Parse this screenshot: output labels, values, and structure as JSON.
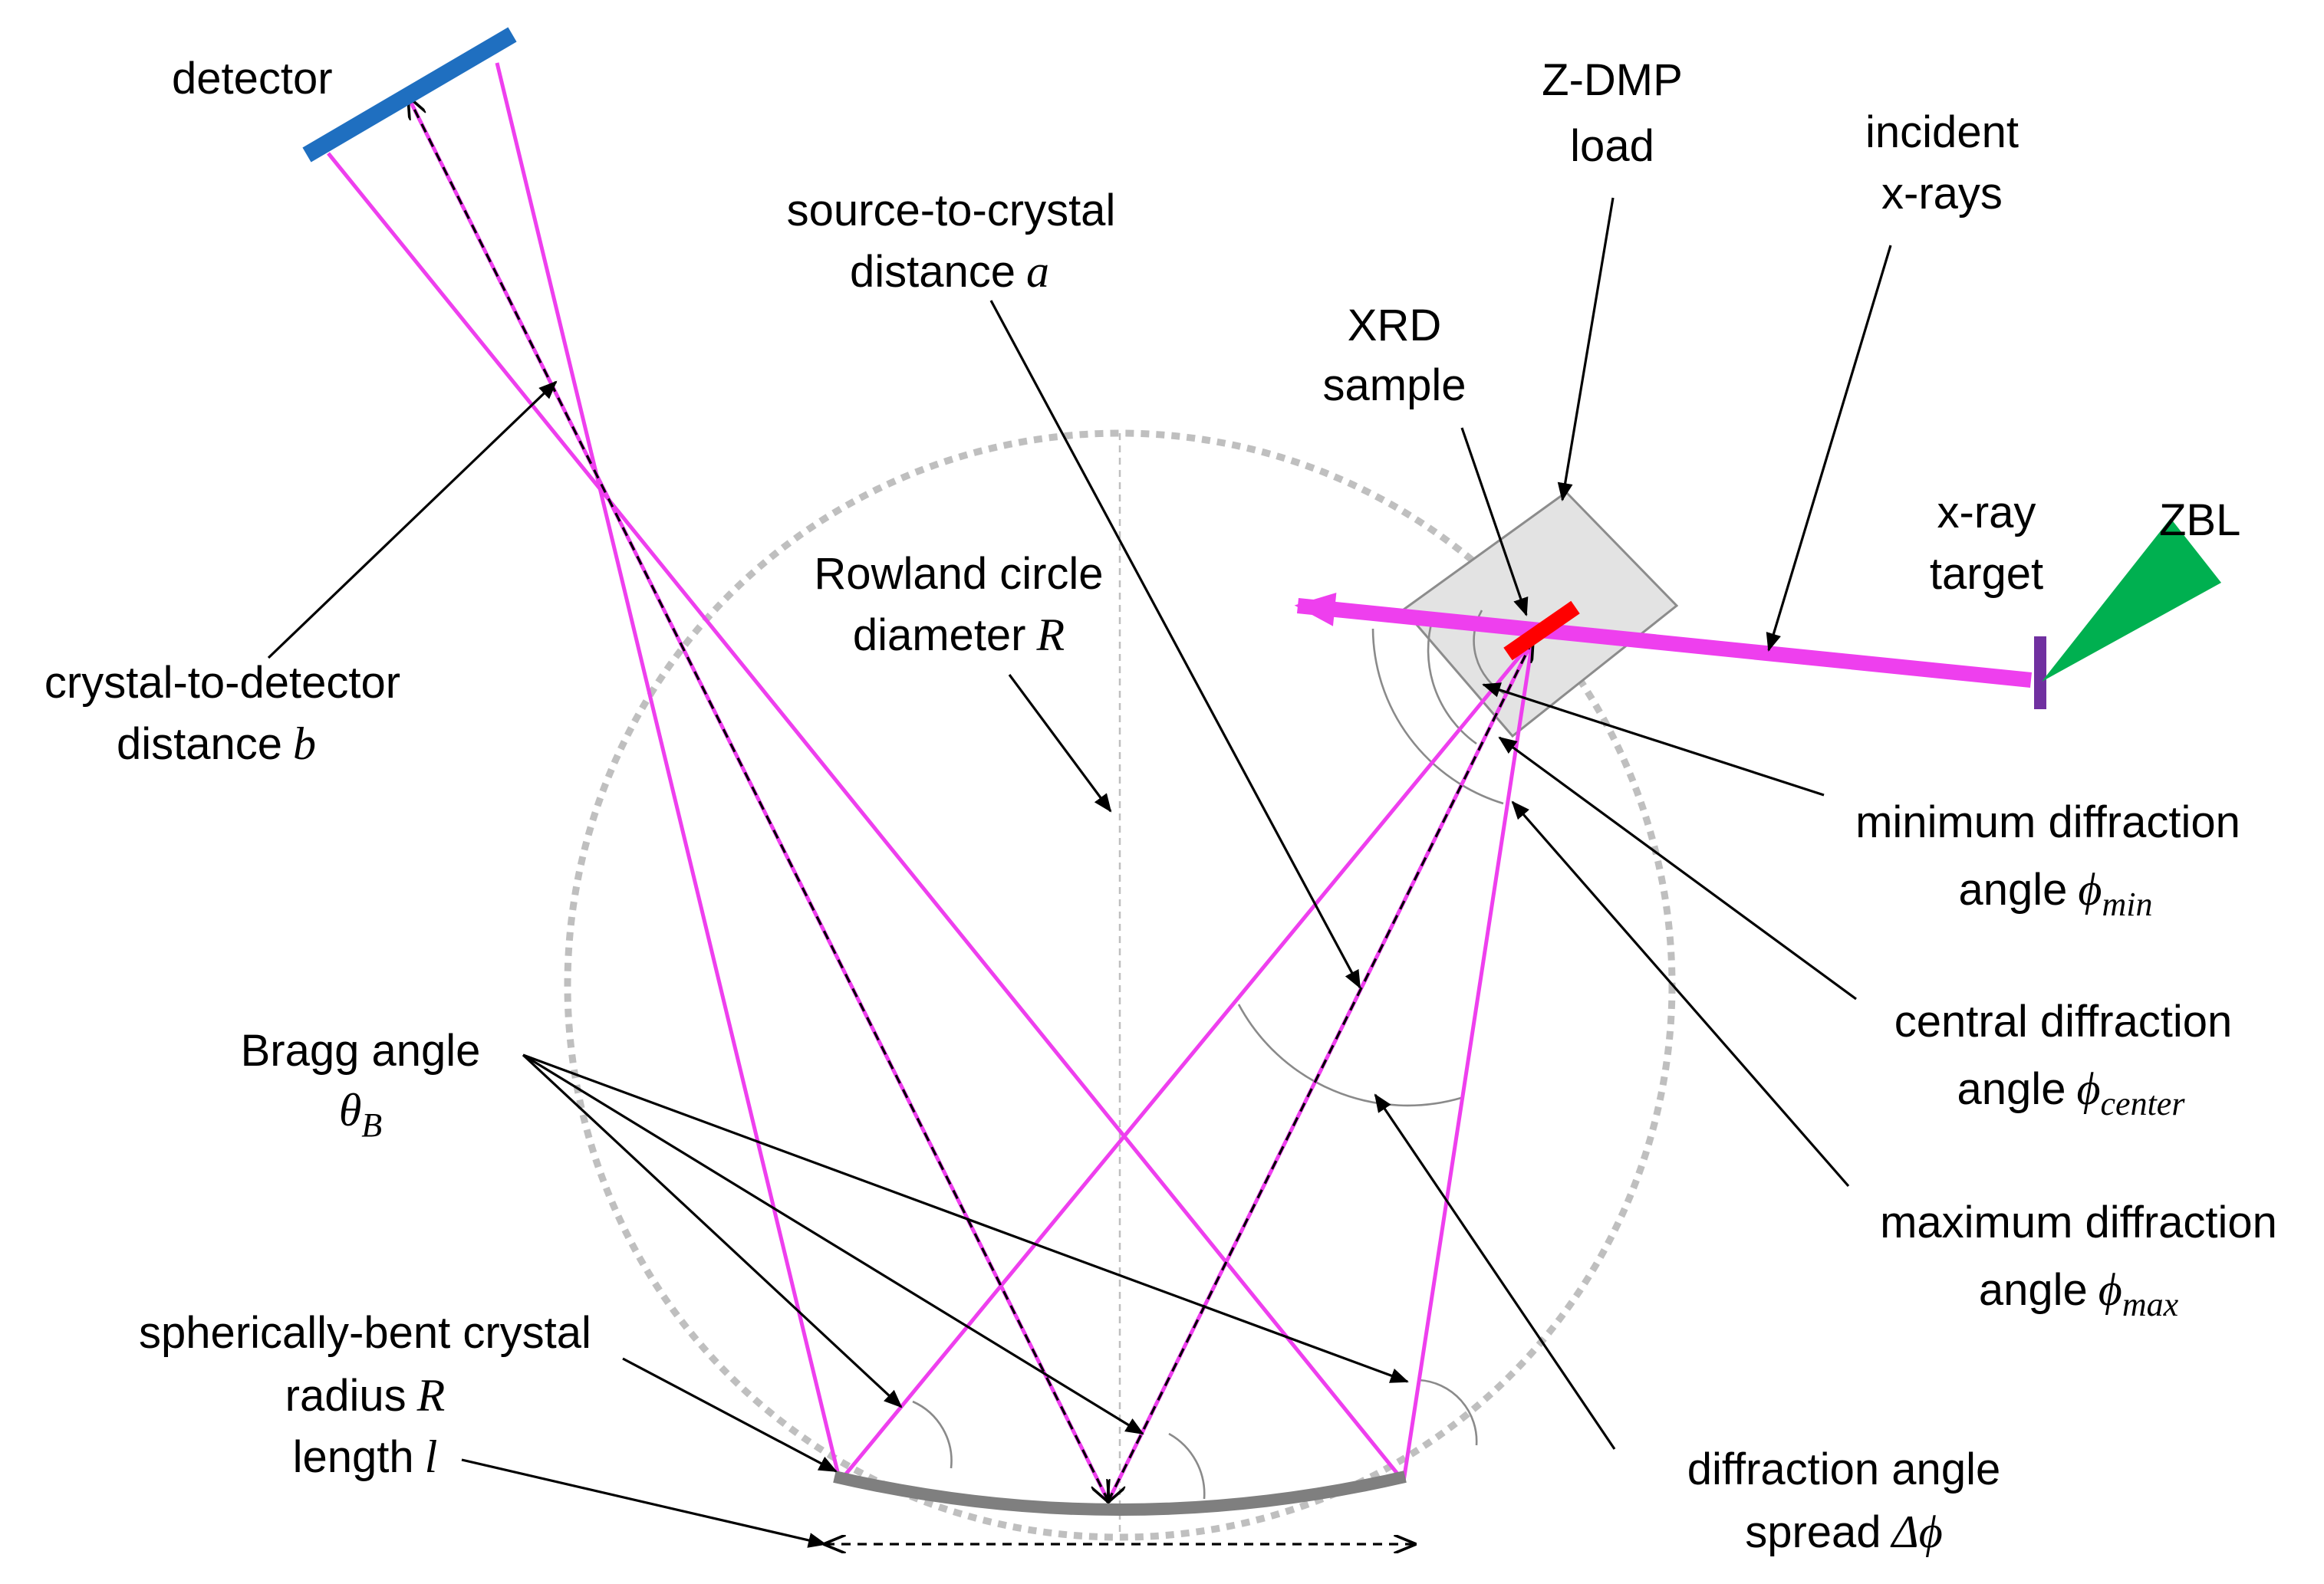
{
  "labels": {
    "detector": "detector",
    "zdmp_line1": "Z-DMP",
    "zdmp_line2": "load",
    "incident_line1": "incident",
    "incident_line2": "x-rays",
    "source_line1": "source-to-crystal",
    "source_line2": "distance",
    "source_sym": "a",
    "xrd_line1": "XRD",
    "xrd_line2": "sample",
    "xray_target_line1": "x-ray",
    "xray_target_line2": "target",
    "zbl": "ZBL",
    "rowland_line1": "Rowland circle",
    "rowland_line2": "diameter",
    "rowland_sym": "R",
    "crystal_det_line1": "crystal-to-detector",
    "crystal_det_line2": "distance",
    "crystal_det_sym": "b",
    "phi_min_line1": "minimum diffraction",
    "phi_min_line2": "angle",
    "phi_sym": "ϕ",
    "phi_min_sub": "min",
    "phi_center_line1": "central diffraction",
    "phi_center_line2": "angle",
    "phi_center_sub": "center",
    "phi_max_line1": "maximum diffraction",
    "phi_max_line2": "angle",
    "phi_max_sub": "max",
    "bragg_line1": "Bragg angle",
    "bragg_sym": "θ",
    "bragg_sub": "B",
    "crystal_line1": "spherically-bent crystal",
    "crystal_line2": "radius",
    "crystal_sym_R": "R",
    "crystal_line3": "length",
    "crystal_sym_l": "l",
    "spread_line1": "diffraction angle",
    "spread_line2": "spread",
    "spread_sym": "Δϕ"
  },
  "colors": {
    "ray": "#ee3fee",
    "detector": "#1f6fc0",
    "zbl": "#00b050",
    "target": "#7030a0",
    "sample": "#ff0000",
    "crystal": "#7f7f7f",
    "rowland": "#bfbfbf",
    "load_box": "#e3e3e3"
  }
}
